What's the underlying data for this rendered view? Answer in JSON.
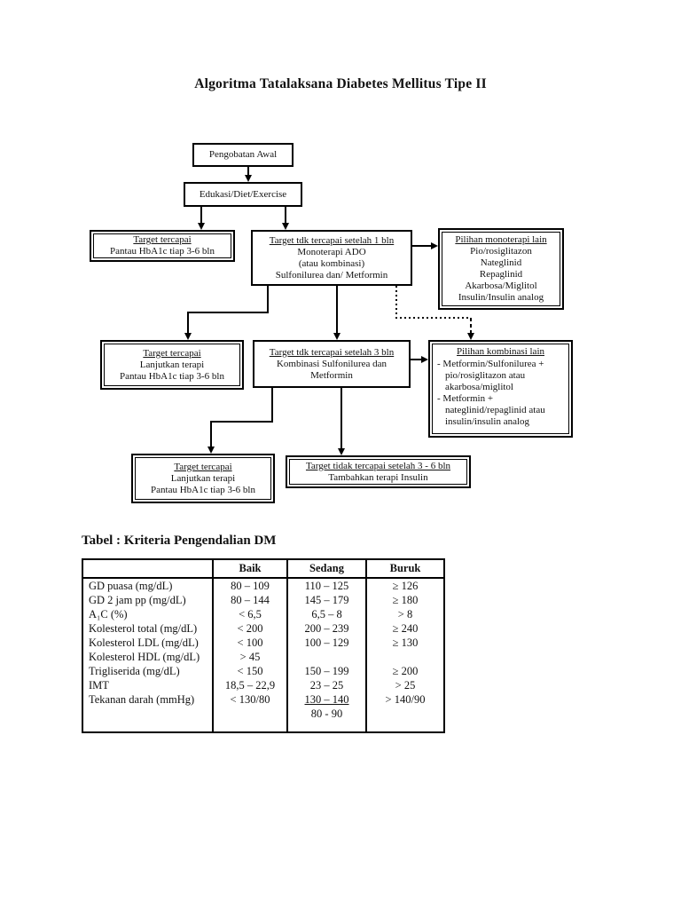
{
  "page": {
    "title": "Algoritma Tatalaksana Diabetes Mellitus Tipe II",
    "table_caption": "Tabel : Kriteria Pengendalian DM"
  },
  "flow": {
    "start": "Pengobatan Awal",
    "edukasi": "Edukasi/Diet/Exercise",
    "r2_left": [
      "Target tercapai",
      "Pantau HbA1c tiap 3-6 bln"
    ],
    "r2_center": [
      "Target tdk tercapai setelah 1 bln",
      "Monoterapi ADO",
      "(atau kombinasi)",
      "Sulfonilurea dan/ Metformin"
    ],
    "r2_right": [
      "Pilihan monoterapi lain",
      "Pio/rosiglitazon",
      "Nateglinid",
      "Repaglinid",
      "Akarbosa/Miglitol",
      "Insulin/Insulin analog"
    ],
    "r3_left": [
      "Target tercapai",
      "Lanjutkan terapi",
      "Pantau HbA1c tiap 3-6 bln"
    ],
    "r3_center": [
      "Target tdk tercapai setelah 3 bln",
      "Kombinasi Sulfonilurea dan",
      "Metformin"
    ],
    "r3_right": {
      "head": "Pilihan kombinasi lain",
      "item1": "- Metformin/Sulfonilurea + pio/rosiglitazon atau akarbosa/miglitol",
      "item2": "- Metformin + nateglinid/repaglinid atau insulin/insulin analog"
    },
    "r4_left": [
      "Target tercapai",
      "Lanjutkan terapi",
      "Pantau HbA1c tiap 3-6 bln"
    ],
    "r4_right": [
      "Target tidak tercapai setelah 3 - 6 bln",
      "Tambahkan terapi Insulin"
    ]
  },
  "table": {
    "headers": [
      "",
      "Baik",
      "Sedang",
      "Buruk"
    ],
    "rows": [
      {
        "label": "GD puasa (mg/dL)",
        "baik": "80 – 109",
        "sedang": "110 – 125",
        "buruk": "≥ 126"
      },
      {
        "label": "GD 2 jam pp (mg/dL)",
        "baik": "80 – 144",
        "sedang": "145 – 179",
        "buruk": "≥ 180"
      },
      {
        "label": "A₁C (%)",
        "baik": "< 6,5",
        "sedang": "6,5 – 8",
        "buruk": "> 8"
      },
      {
        "label": "Kolesterol total (mg/dL)",
        "baik": "< 200",
        "sedang": "200 – 239",
        "buruk": "≥ 240"
      },
      {
        "label": "Kolesterol LDL (mg/dL)",
        "baik": "< 100",
        "sedang": "100 – 129",
        "buruk": "≥ 130"
      },
      {
        "label": "Kolesterol HDL (mg/dL)",
        "baik": "> 45",
        "sedang": "",
        "buruk": ""
      },
      {
        "label": "Trigliserida (mg/dL)",
        "baik": "< 150",
        "sedang": "150 – 199",
        "buruk": "≥ 200"
      },
      {
        "label": "IMT",
        "baik": "18,5 – 22,9",
        "sedang": "23 – 25",
        "buruk": "> 25"
      },
      {
        "label": "Tekanan darah (mmHg)",
        "baik": "< 130/80",
        "sedang": "130 – 140",
        "sedang2": "80 - 90",
        "buruk": "> 140/90"
      }
    ]
  }
}
